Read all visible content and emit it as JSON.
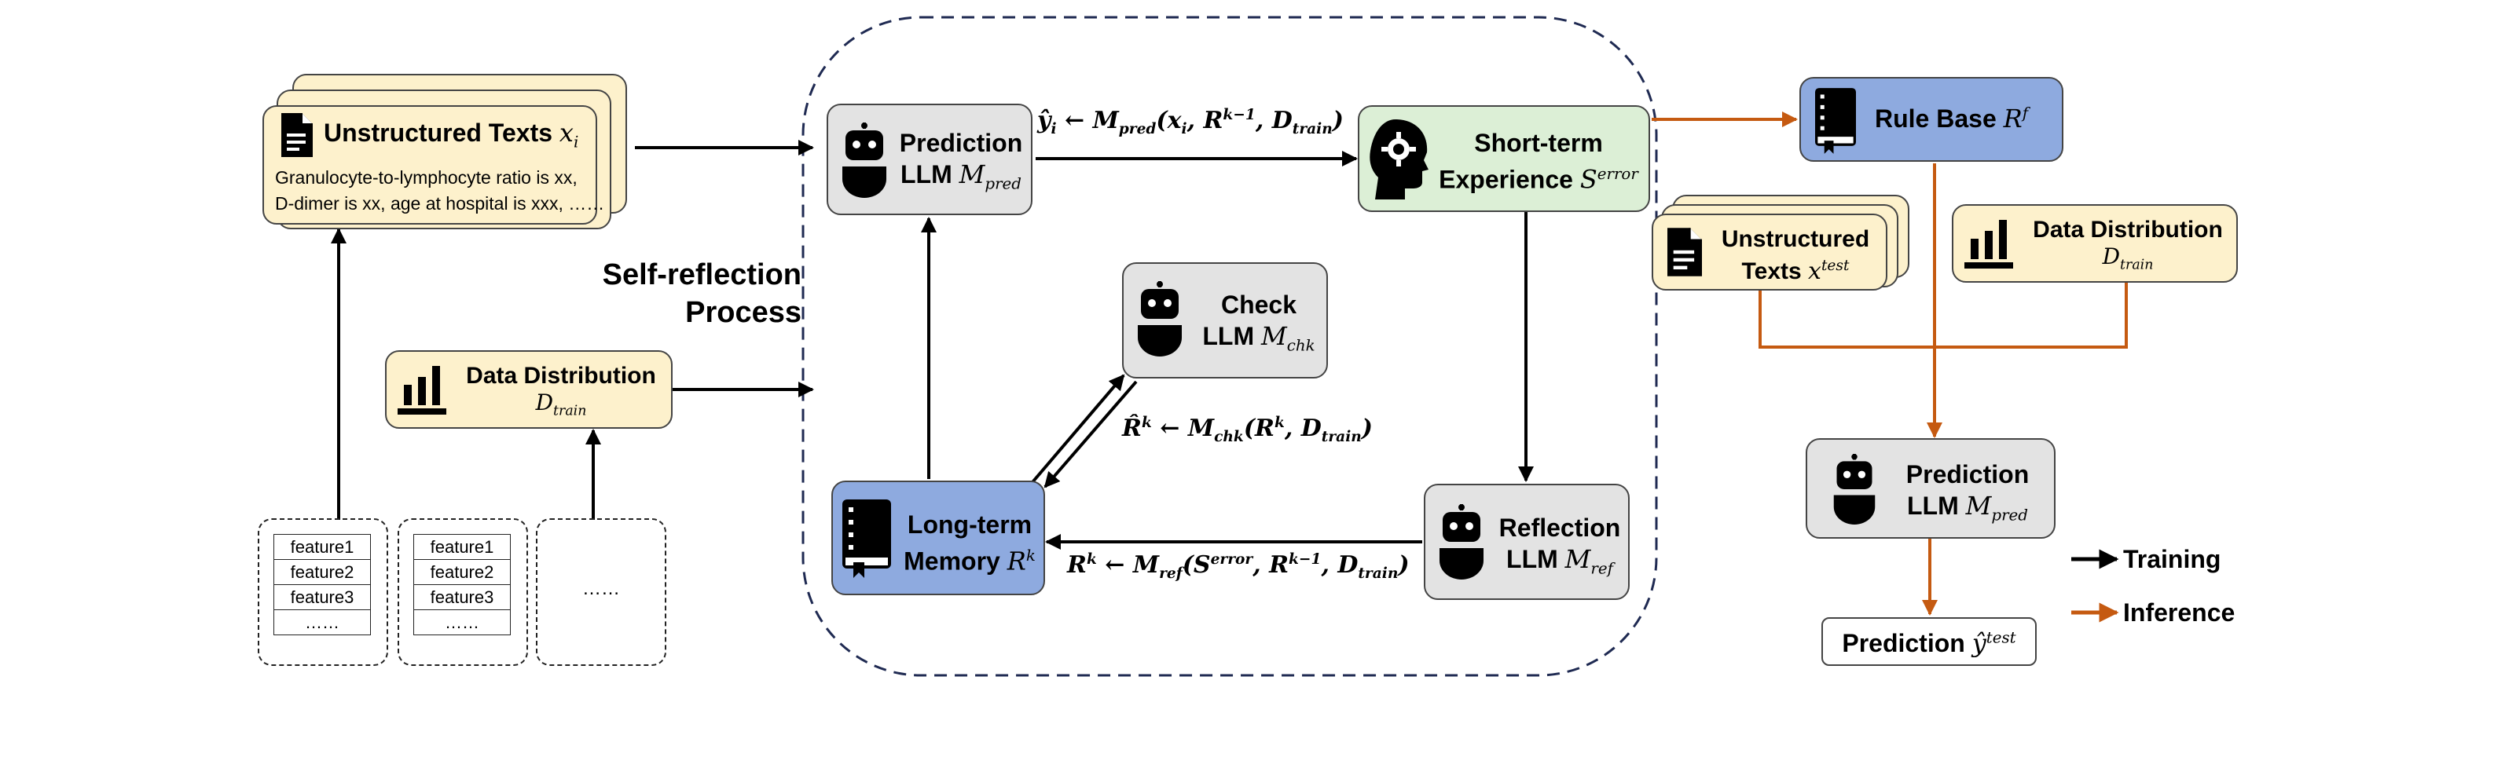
{
  "colors": {
    "yellow": "#fdf1cc",
    "grey": "#e3e3e3",
    "green": "#dcefd6",
    "blue": "#8eaadf",
    "training_arrow": "#000000",
    "inference_arrow": "#c55a11",
    "dashed_border": "#1f2a52"
  },
  "section_title": {
    "line1": "Self-reflection",
    "line2": "Process"
  },
  "unstructured_texts": {
    "title": "Unstructured Texts",
    "var": "x",
    "sub": "i",
    "body_line1": "Granulocyte-to-lymphocyte ratio is xx,",
    "body_line2": "D-dimer is xx, age at hospital is xxx, ……"
  },
  "data_distribution_left": {
    "title": "Data Distribution",
    "var": "D",
    "sub": "train"
  },
  "feature_tables": [
    {
      "rows": [
        "feature1",
        "feature2",
        "feature3",
        "……"
      ]
    },
    {
      "rows": [
        "feature1",
        "feature2",
        "feature3",
        "……"
      ]
    }
  ],
  "ellipsis_box": "……",
  "prediction_llm": {
    "line1": "Prediction",
    "line2": "LLM",
    "var": "M",
    "sub": "pred"
  },
  "equation_pred": {
    "lhs": "ŷ",
    "lhs_sub": "i",
    "arrow": "←",
    "M": "M",
    "M_sub": "pred",
    "args": "(x",
    "args_sub": "i",
    "R": ", R",
    "R_sup": "k−1",
    "D": ", D",
    "D_sub": "train",
    "close": ")"
  },
  "short_term": {
    "line1": "Short-term",
    "line2": "Experience",
    "var": "S",
    "sup": "error"
  },
  "check_llm": {
    "line1": "Check",
    "line2": "LLM",
    "var": "M",
    "sub": "chk"
  },
  "equation_chk": {
    "lhs": "R̂",
    "lhs_sup": "k",
    "arrow": "←",
    "M": "M",
    "M_sub": "chk",
    "open": "(R",
    "R_sup": "k",
    "D": ", D",
    "D_sub": "train",
    "close": ")"
  },
  "long_term": {
    "line1": "Long-term",
    "line2": "Memory",
    "var": "R",
    "sup": "k"
  },
  "reflection_llm": {
    "line1": "Reflection",
    "line2": "LLM",
    "var": "M",
    "sub": "ref"
  },
  "equation_ref": {
    "lhs": "R",
    "lhs_sup": "k",
    "arrow": "←",
    "M": "M",
    "M_sub": "ref",
    "open": "(S",
    "S_sup": "error",
    "R": ", R",
    "R_sup": "k−1",
    "D": ", D",
    "D_sub": "train",
    "close": ")"
  },
  "rule_base": {
    "title": "Rule Base",
    "var": "R",
    "sup": "f"
  },
  "unstructured_texts_test": {
    "line1": "Unstructured",
    "line2": "Texts",
    "var": "x",
    "sup": "test"
  },
  "data_distribution_right": {
    "title": "Data Distribution",
    "var": "D",
    "sub": "train"
  },
  "prediction_llm_inference": {
    "line1": "Prediction",
    "line2": "LLM",
    "var": "M",
    "sub": "pred"
  },
  "prediction_output": {
    "title": "Prediction",
    "var": "ŷ",
    "sup": "test"
  },
  "legend": {
    "training": "Training",
    "inference": "Inference"
  }
}
